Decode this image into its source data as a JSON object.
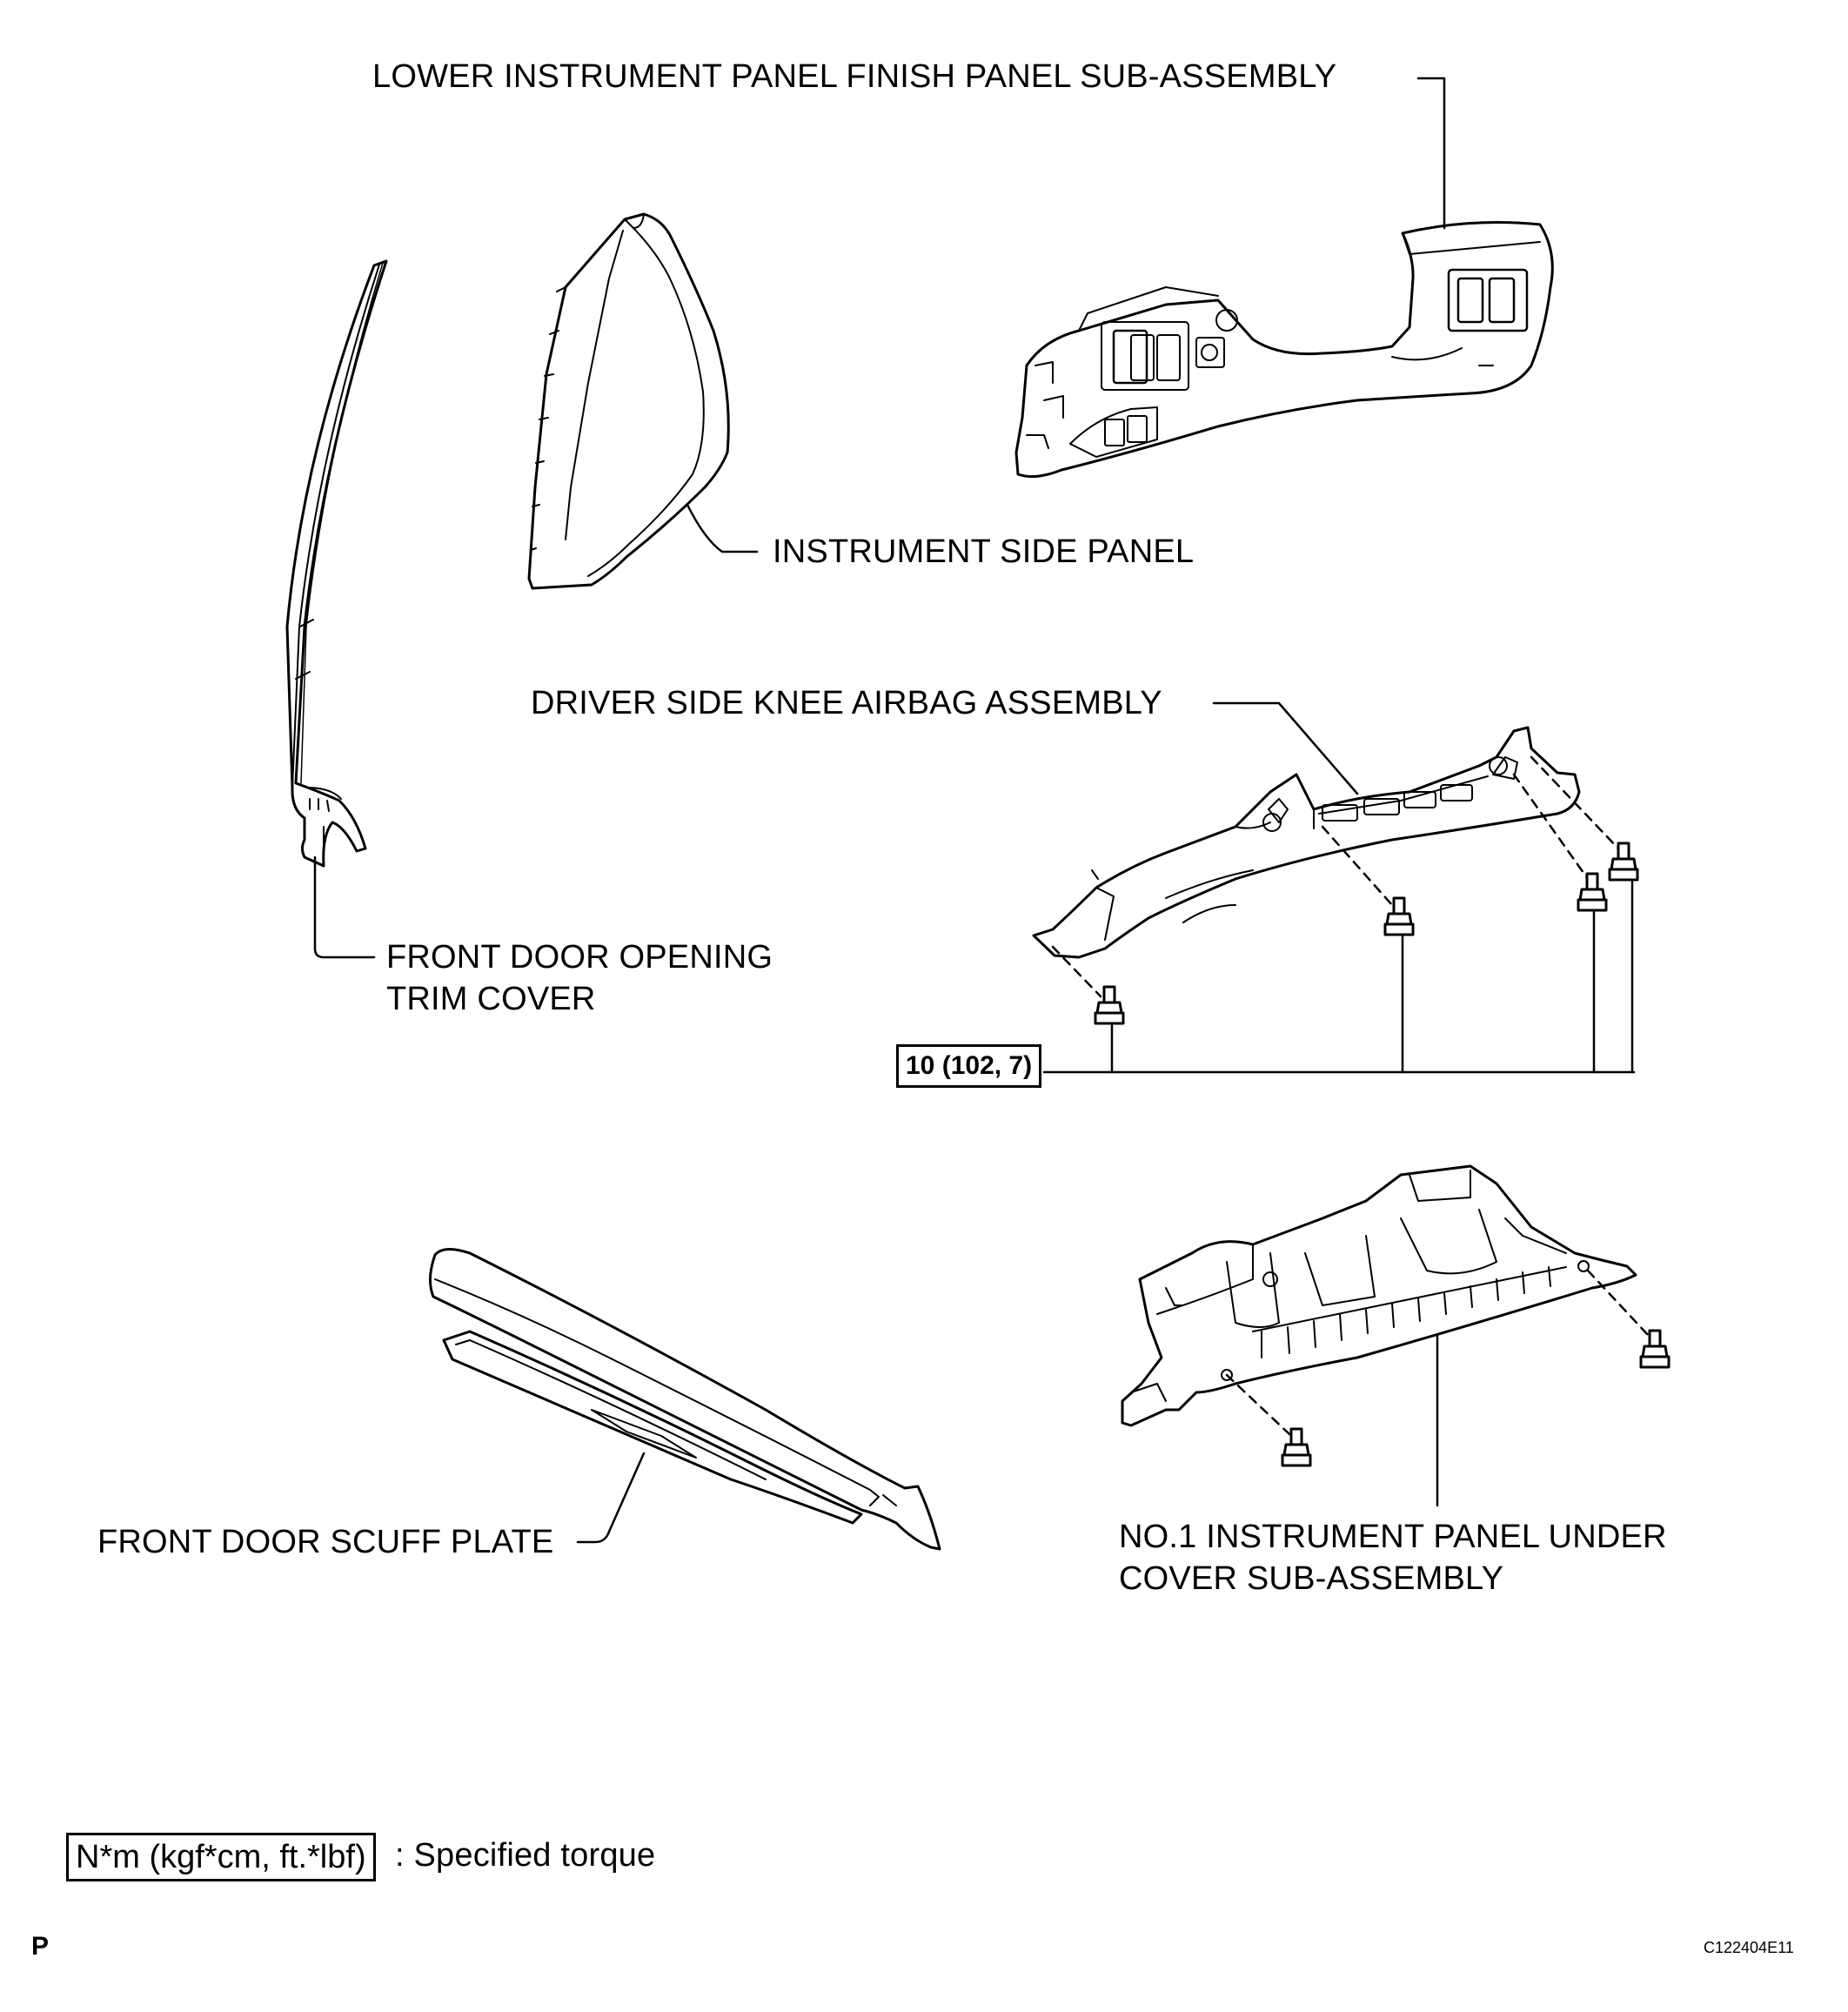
{
  "labels": {
    "lower_panel": "LOWER INSTRUMENT PANEL FINISH PANEL SUB-ASSEMBLY",
    "side_panel": "INSTRUMENT SIDE PANEL",
    "knee_airbag": "DRIVER SIDE KNEE AIRBAG ASSEMBLY",
    "door_trim_line1": "FRONT DOOR OPENING",
    "door_trim_line2": "TRIM COVER",
    "scuff_plate": "FRONT DOOR SCUFF PLATE",
    "under_cover_line1": "NO.1 INSTRUMENT PANEL UNDER",
    "under_cover_line2": "COVER SUB-ASSEMBLY"
  },
  "torque": {
    "value": "10 (102, 7)"
  },
  "legend": {
    "units": "N*m (kgf*cm, ft.*lbf)",
    "description": ": Specified torque"
  },
  "footer": {
    "page_mark": "P",
    "figure_code": "C122404E11"
  }
}
